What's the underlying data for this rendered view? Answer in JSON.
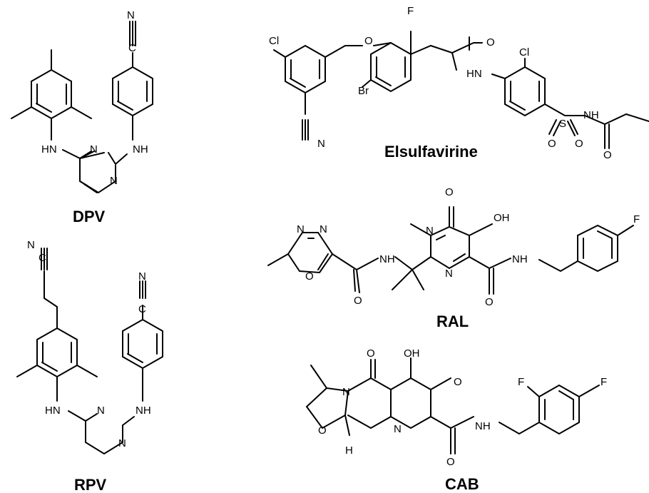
{
  "compounds": {
    "dpv": {
      "name": "DPV"
    },
    "elsulfavirine": {
      "name": "Elsulfavirine"
    },
    "rpv": {
      "name": "RPV"
    },
    "ral": {
      "name": "RAL"
    },
    "cab": {
      "name": "CAB"
    }
  },
  "atoms": {
    "n": "N",
    "nh": "NH",
    "hn": "HN",
    "o": "O",
    "oh": "OH",
    "f": "F",
    "cl": "Cl",
    "br": "Br",
    "s": "S",
    "c": "C",
    "h": "H"
  }
}
